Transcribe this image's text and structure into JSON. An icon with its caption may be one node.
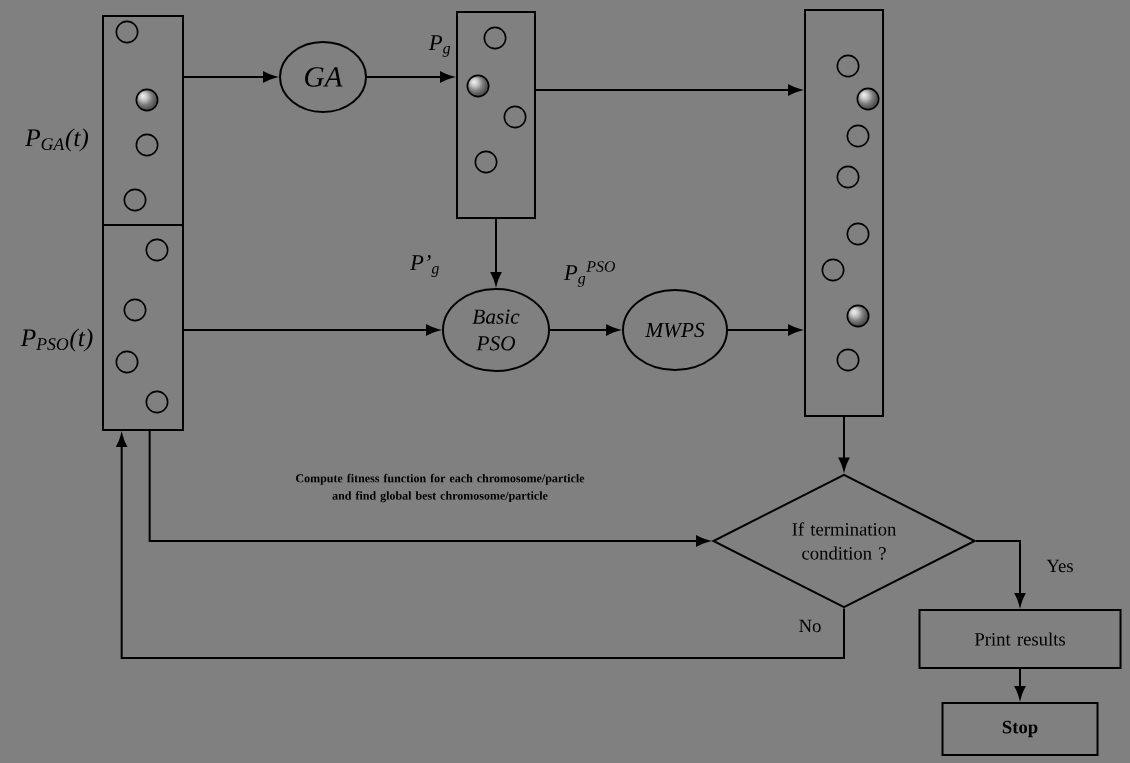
{
  "diagram": {
    "nodes": [
      {
        "text": [],
        "shape": "box",
        "beside": [
          "P$_{GA}$(t)"
        ]
      },
      {
        "text": [],
        "shape": "box",
        "beside": [
          "P$_{PSO}$(t)"
        ]
      },
      {
        "text": [
          "GA"
        ]
      },
      {
        "text": [],
        "shape": "box"
      },
      {
        "text": [
          "Basic PSO"
        ]
      },
      {
        "text": [
          "MWPS"
        ]
      },
      {
        "text": [],
        "shape": "box"
      },
      {
        "text": [
          "If termination condition ?"
        ]
      },
      {
        "text": [
          "Print results"
        ]
      },
      {
        "text": [
          "Stop"
        ]
      }
    ],
    "edges": [
      {
        "from": 0,
        "to": 2,
        "arrow": "to"
      },
      {
        "from": 2,
        "to": 3,
        "arrow": "to",
        "label": "P$_{g}$"
      },
      {
        "from": 3,
        "to": 6,
        "arrow": "to"
      },
      {
        "from": 3,
        "to": 4,
        "arrow": "to",
        "label": "P’$_{g}$"
      },
      {
        "from": 1,
        "to": 4,
        "arrow": "to"
      },
      {
        "from": 4,
        "to": 5,
        "arrow": "to",
        "label": "P$_{g}$$^{PSO}$"
      },
      {
        "from": 5,
        "to": 6,
        "arrow": "to"
      },
      {
        "from": 6,
        "to": 7,
        "arrow": "to"
      },
      {
        "from": 1,
        "to": 7,
        "arrow": "to",
        "label": "Compute fitness function for each chromosome/particle and find global best chromosome/particle"
      },
      {
        "from": 7,
        "to": 8,
        "arrow": "to",
        "label": "Yes"
      },
      {
        "from": 7,
        "to": 1,
        "arrow": "to",
        "label": "No"
      },
      {
        "from": 8,
        "to": 9,
        "arrow": "to"
      }
    ]
  }
}
